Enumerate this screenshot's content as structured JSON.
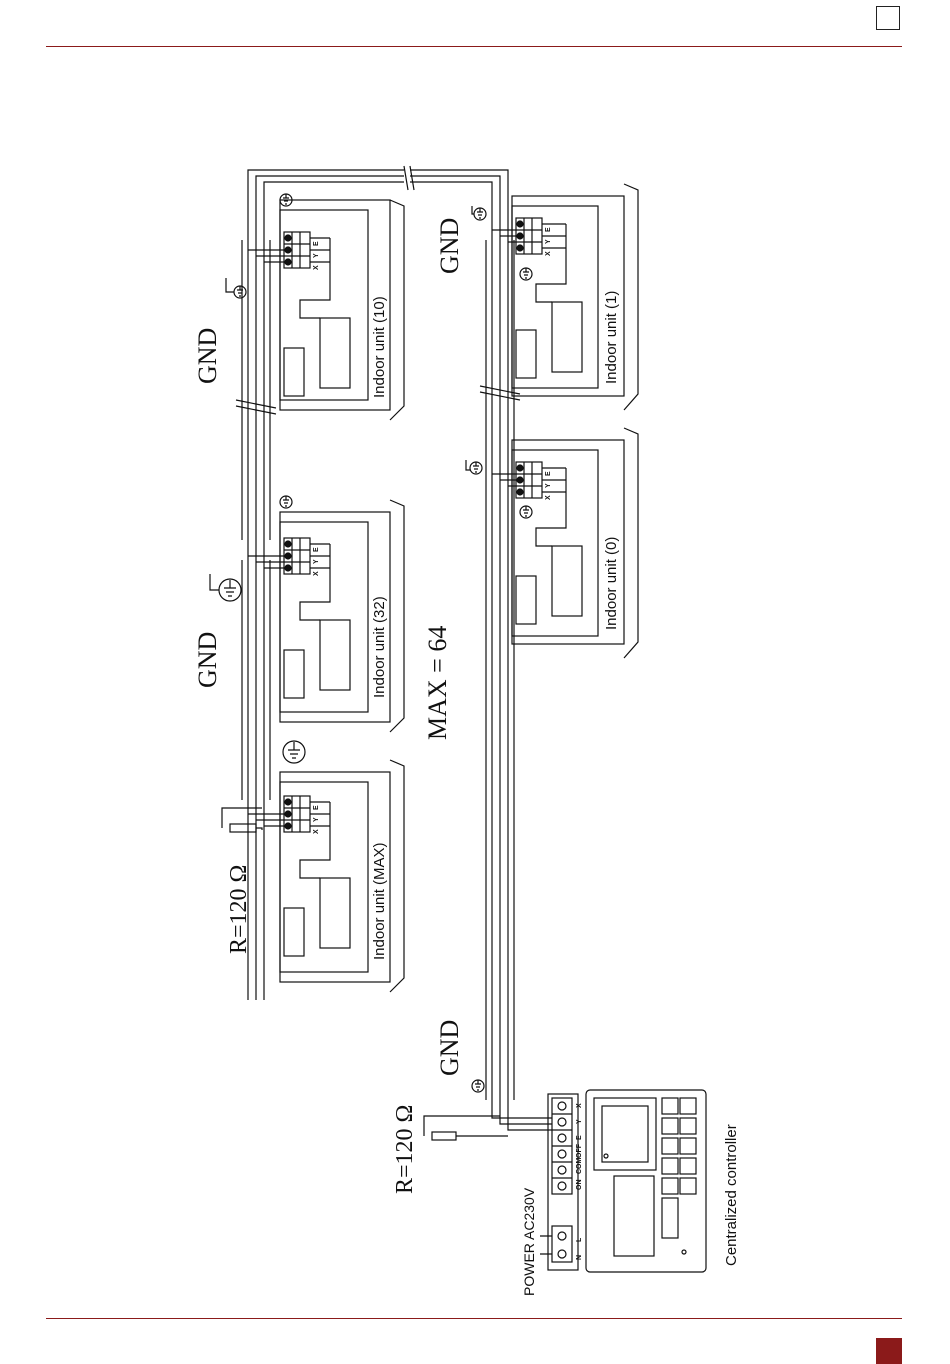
{
  "labels": {
    "gnd_top": "GND",
    "gnd_middle": "GND",
    "gnd_right": "GND",
    "gnd_bottom": "GND",
    "r_top": "R=120 Ω",
    "r_bottom": "R=120 Ω",
    "max": "MAX = 64",
    "power": "POWER AC230V",
    "controller": "Centralized controller"
  },
  "units": [
    {
      "label": "Indoor unit (10)"
    },
    {
      "label": "Indoor unit (32)"
    },
    {
      "label": "Indoor unit (MAX)"
    },
    {
      "label": "Indoor unit (1)"
    },
    {
      "label": "Indoor unit (0)"
    }
  ],
  "terminals": {
    "unit": [
      "X",
      "Y",
      "E"
    ],
    "controller": [
      "ON",
      "COM",
      "OFF",
      "E",
      "Y",
      "X"
    ],
    "power": [
      "N",
      "L"
    ]
  },
  "colors": {
    "accent": "#8b1a1a",
    "line": "#111111"
  }
}
